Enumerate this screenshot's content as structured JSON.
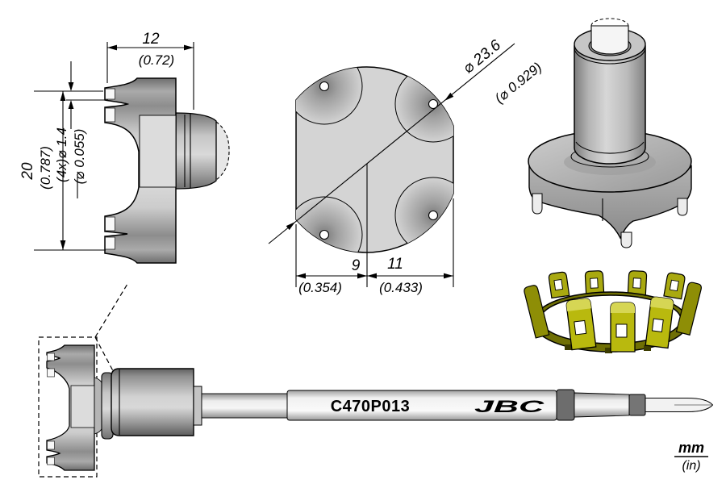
{
  "part": {
    "number": "C470P013",
    "brand": "JBC"
  },
  "units": {
    "primary": "mm",
    "secondary": "(in)"
  },
  "dims": {
    "width_mm": "12",
    "width_in": "(0.72)",
    "height_mm": "20",
    "height_in": "(0.787)",
    "holes_mm": "(4x)⌀ 1.4",
    "holes_in": "(⌀ 0.055)",
    "dia_mm": "⌀ 23.6",
    "dia_in": "(⌀ 0.929)",
    "off_left_mm": "9",
    "off_left_in": "(0.354)",
    "off_right_mm": "11",
    "off_right_in": "(0.433)"
  }
}
